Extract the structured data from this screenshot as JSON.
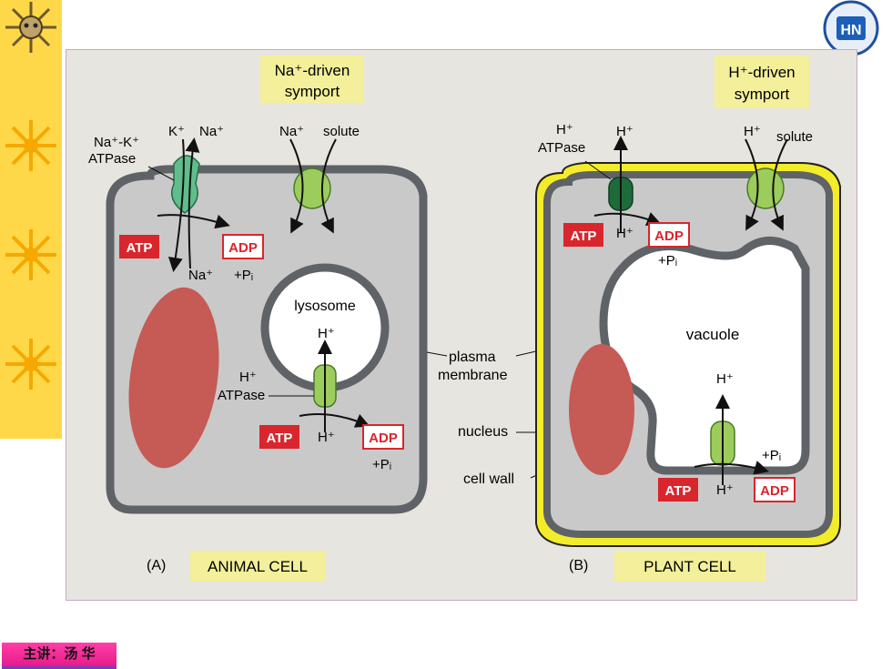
{
  "slide": {
    "footer_label": "主讲：汤 华",
    "logo_text": "HN"
  },
  "panel_a": {
    "title": "Na⁺-driven symport",
    "title_line1": "Na⁺-driven",
    "title_line2": "symport",
    "pump_label_line1": "Na⁺-K⁺",
    "pump_label_line2": "ATPase",
    "k_label": "K⁺",
    "na_out_label": "Na⁺",
    "na_in_label": "Na⁺",
    "symport_na_label": "Na⁺",
    "symport_solute_label": "solute",
    "atp": "ATP",
    "adp": "ADP",
    "pi": "+Pᵢ",
    "lysosome_label": "lysosome",
    "lyso_h_label": "H⁺",
    "lyso_atpase_line1": "H⁺",
    "lyso_atpase_line2": "ATPase",
    "lyso_h_in_label": "H⁺",
    "lyso_atp": "ATP",
    "lyso_adp": "ADP",
    "lyso_pi": "+Pᵢ",
    "caption_letter": "(A)",
    "caption": "ANIMAL CELL"
  },
  "panel_b": {
    "title_line1": "H⁺-driven",
    "title_line2": "symport",
    "atpase_line1": "H⁺",
    "atpase_line2": "ATPase",
    "h_out_label": "H⁺",
    "h_in_label": "H⁺",
    "symport_h_label": "H⁺",
    "symport_solute_label": "solute",
    "atp": "ATP",
    "adp": "ADP",
    "pi": "+Pᵢ",
    "vacuole_label": "vacuole",
    "vac_h_label": "H⁺",
    "vac_h_in_label": "H⁺",
    "vac_atp": "ATP",
    "vac_adp": "ADP",
    "vac_pi": "+Pᵢ",
    "caption_letter": "(B)",
    "caption": "PLANT CELL"
  },
  "callouts": {
    "plasma_line1": "plasma",
    "plasma_line2": "membrane",
    "nucleus": "nucleus",
    "cell_wall": "cell wall"
  },
  "colors": {
    "cytoplasm": "#c9c9c9",
    "membrane": "#5f6266",
    "nucleus": "#c65a55",
    "cell_wall": "#f3ec2a",
    "atp_fill": "#d8262c",
    "adp_border": "#d8262c",
    "label_bg": "#f3ef9a",
    "pump_green": "#5fbe8c",
    "symporter_green": "#9ccc5c",
    "dark_green": "#1e6b3a",
    "slide_stripe": "#ffd84a"
  }
}
